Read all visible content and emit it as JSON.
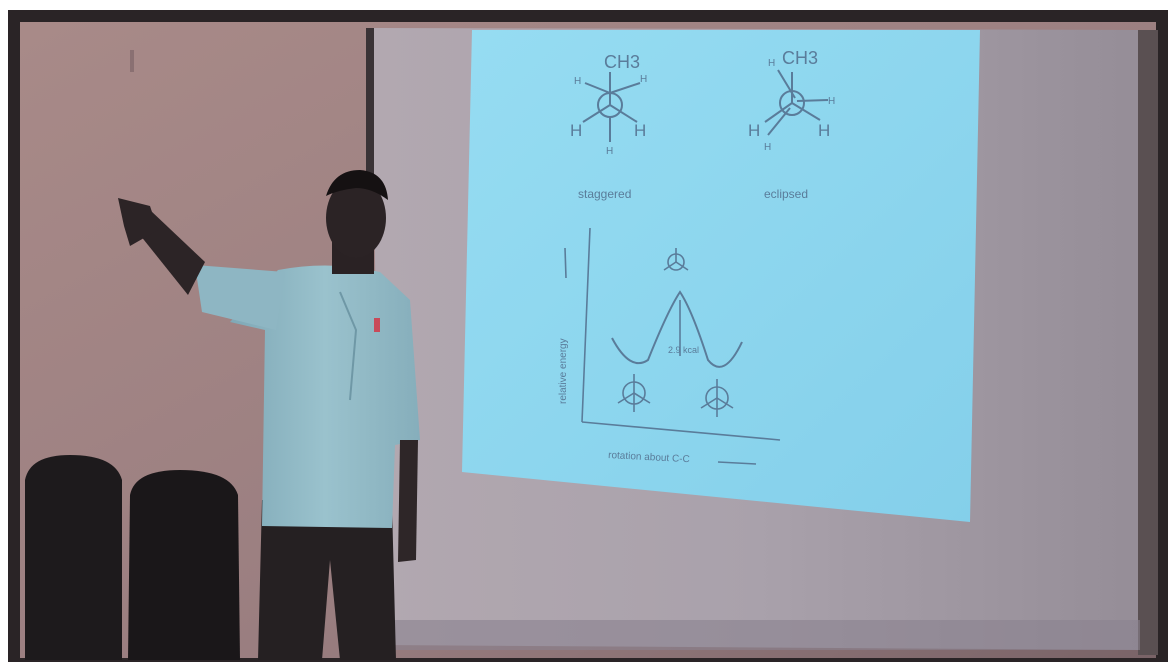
{
  "photo": {
    "slide": {
      "staggered": {
        "group_label": "CH3",
        "h_labels": [
          "H",
          "H",
          "H",
          "H",
          "H"
        ],
        "caption": "staggered"
      },
      "eclipsed": {
        "group_label": "CH3",
        "h_labels": [
          "H",
          "H",
          "H",
          "H",
          "H"
        ],
        "caption": "eclipsed"
      },
      "energy_plot": {
        "ylabel": "relative energy",
        "xlabel": "rotation about C-C",
        "barrier_label": "2.9 kcal"
      }
    }
  },
  "colors": {
    "screen_fill": "#8fd8f0",
    "slide_ink": "#5a7c9a",
    "wall": "#a88c8c",
    "shirt": "#8fb6c2"
  }
}
